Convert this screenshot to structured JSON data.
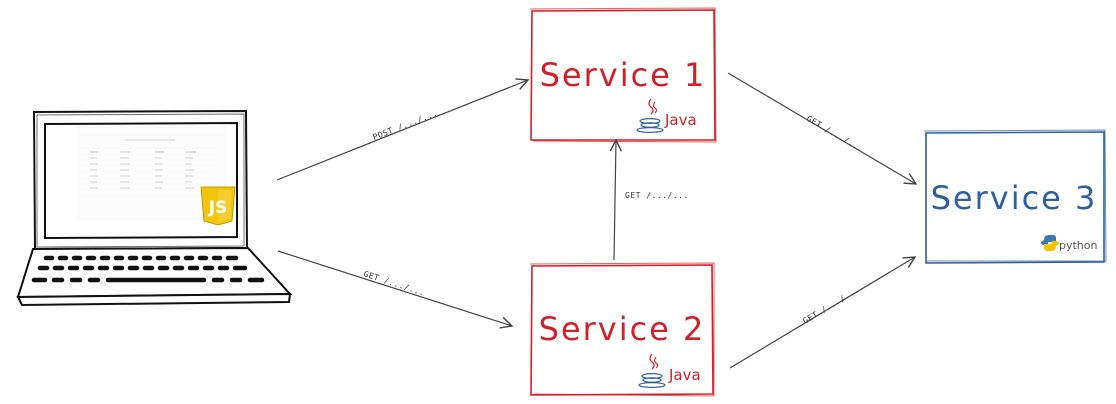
{
  "services": {
    "service1": {
      "title": "Service 1",
      "tech": "Java",
      "color": "#d0202a"
    },
    "service2": {
      "title": "Service 2",
      "tech": "Java",
      "color": "#d0202a"
    },
    "service3": {
      "title": "Service 3",
      "tech": "python",
      "color": "#2e5f9e"
    }
  },
  "client": {
    "badge": "JS",
    "badge_color": "#f1c40f"
  },
  "edges": {
    "client_to_s1": "POST /.../...",
    "client_to_s2": "GET /.../...",
    "s2_to_s1": "GET /.../...",
    "s1_to_s3": "GET /.../...",
    "s2_to_s3": "GET /.../..."
  }
}
